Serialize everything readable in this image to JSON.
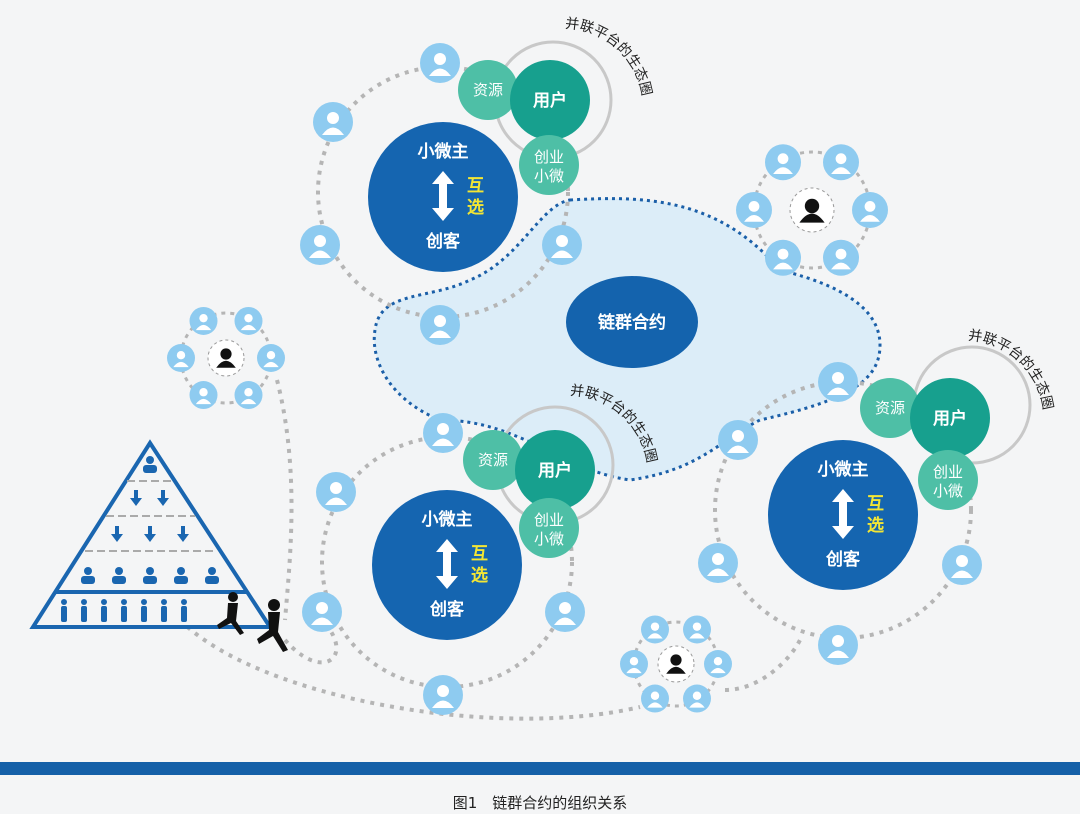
{
  "center_label": "链群合约",
  "clusters": [
    {
      "top": "小微主",
      "bottom": "创客",
      "mutual": [
        "互",
        "选"
      ],
      "resource": "资源",
      "user": "用户",
      "startup": [
        "创业",
        "小微"
      ],
      "arc_label": "并联平台的生态圈"
    },
    {
      "top": "小微主",
      "bottom": "创客",
      "mutual": [
        "互",
        "选"
      ],
      "resource": "资源",
      "user": "用户",
      "startup": [
        "创业",
        "小微"
      ],
      "arc_label": "并联平台的生态圈"
    },
    {
      "top": "小微主",
      "bottom": "创客",
      "mutual": [
        "互",
        "选"
      ],
      "resource": "资源",
      "user": "用户",
      "startup": [
        "创业",
        "小微"
      ],
      "arc_label": "并联平台的生态圈"
    }
  ],
  "caption": "图1　链群合约的组织关系",
  "colors": {
    "dark_blue": "#1565b0",
    "teal": "#17a08e",
    "light_teal": "#4ebfa6",
    "person_blue": "#8ecbf0",
    "bar": "#1560a8"
  }
}
